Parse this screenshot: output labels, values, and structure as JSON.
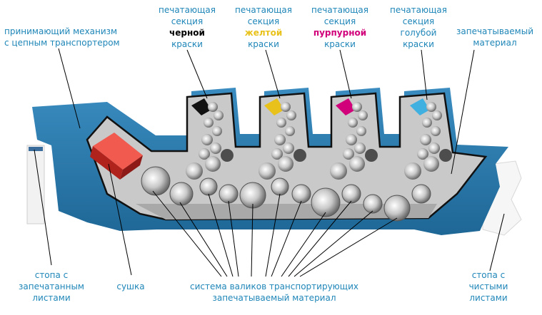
{
  "labels": {
    "receiver": {
      "line1": "принимающий механизм",
      "line2": "с цепным транспортером"
    },
    "unit_black": {
      "line1": "печатающая",
      "line2": "секция",
      "line3": "черной",
      "line4": "краски",
      "color": "#000000"
    },
    "unit_yellow": {
      "line1": "печатающая",
      "line2": "секция",
      "line3": "желтой",
      "line4": "краски",
      "color": "#e8c21a"
    },
    "unit_magenta": {
      "line1": "печатающая",
      "line2": "секция",
      "line3": "пурпурной",
      "line4": "краски",
      "color": "#d1007a"
    },
    "unit_cyan": {
      "line1": "печатающая",
      "line2": "секция",
      "line3": "голубой",
      "line4": "краски",
      "color": "#1f86b8"
    },
    "material": {
      "line1": "запечатываемый",
      "line2": "материал"
    },
    "printed_stack": {
      "line1": "стопа с",
      "line2": "запечатанным",
      "line3": "листами"
    },
    "dryer": {
      "line1": "сушка"
    },
    "rollers": {
      "line1": "система валиков транспортирующих",
      "line2": "запечатываемый материал"
    },
    "clean_stack": {
      "line1": "стопа с",
      "line2": "чистыми",
      "line3": "листами"
    }
  },
  "colors": {
    "label_text": "#1f86b8",
    "machine_body": "#2f7fb3",
    "interior": "#c9c9c9",
    "dryer": "#d9302b"
  }
}
